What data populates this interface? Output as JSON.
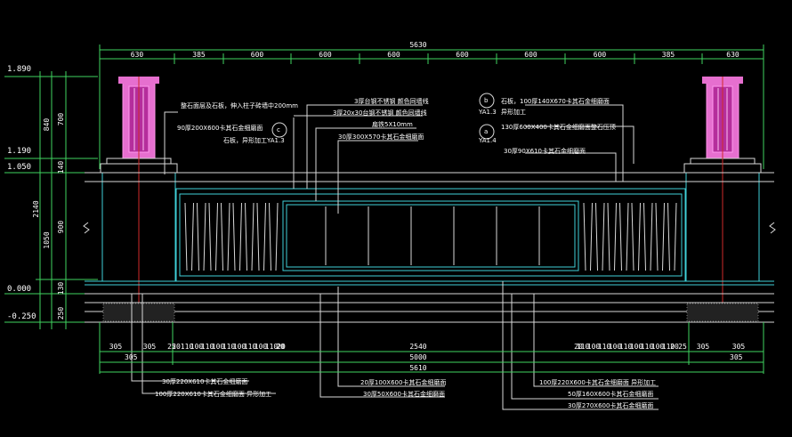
{
  "colors": {
    "background": "#000000",
    "dimension": "#3fd35f",
    "outline": "#3fd0d8",
    "pillar_cap": "#e040c8",
    "centerline": "#d02a2a",
    "text": "#ffffff"
  },
  "dims": {
    "total_top": "5630",
    "top_segments": [
      "630",
      "385",
      "600",
      "600",
      "600",
      "600",
      "600",
      "600",
      "385",
      "630"
    ],
    "left_levels": [
      "1.890",
      "1.190",
      "1.050",
      "0.000",
      "-0.250"
    ],
    "left_vertical_outer": [
      "840",
      "2140"
    ],
    "left_vertical_inner": [
      "700",
      "140",
      "1050",
      "900",
      "250",
      "130"
    ],
    "bottom_row1": [
      "305",
      "305",
      "25",
      "20",
      "20",
      "110",
      "100",
      "110",
      "100",
      "110",
      "100",
      "110",
      "100",
      "110",
      "20",
      "2540",
      "20",
      "110",
      "100",
      "110",
      "100",
      "110",
      "100",
      "110",
      "100",
      "110",
      "20",
      "25",
      "305",
      "305"
    ],
    "bottom_row2": [
      "305",
      "5000",
      "305"
    ],
    "bottom_row3": "5610"
  },
  "labels": {
    "left_top": "整石面层及石板，伸入柱子砖墙中200mm",
    "left_mid": "90厚200X600卡其石金细磨面",
    "left_mid2": "石板，异形加工",
    "tag_c": "c",
    "tag_c_ref": "YA1.3",
    "center1": "3厚台钢不锈钢 颜色同墙线",
    "center2": "3厚20x30台钢不锈钢 颜色同墙线",
    "center3": "扁铁5X10mm",
    "center4": "30厚300X570卡其石金细磨面",
    "tag_b": "b",
    "tag_b_ref": "YA1.3",
    "tag_a": "a",
    "tag_a_ref": "YA1.4",
    "right1": "石板，100厚140X670卡其石金细磨面",
    "right1b": "异形加工",
    "right2": "130厚600X400卡其石金细磨面整石压顶",
    "right3": "30厚90X610卡其石金细磨面",
    "bottom_left1": "30厚220X610卡其石金细磨面",
    "bottom_left2": "100厚220X610卡其石金细磨面 异形加工",
    "bottom_mid1": "20厚100X600卡其石金细磨面",
    "bottom_mid2": "30厚50X600卡其石金细磨面",
    "bottom_right1": "100厚220X600卡其石金细磨面 异形加工",
    "bottom_right2": "50厚160X600卡其石金细磨面",
    "bottom_right3": "30厚270X600卡其石金细磨面"
  }
}
